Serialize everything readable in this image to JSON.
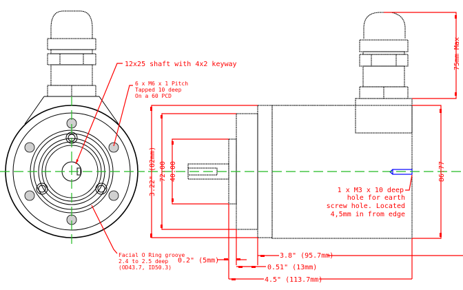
{
  "drawing": {
    "title": "Encoder dimensional drawing",
    "colors": {
      "outline": "#000000",
      "dimension": "#ff0000",
      "centerline": "#22bb22",
      "hidden_hole": "#0000ff",
      "bolt_hole_fill": "#d0d0d0"
    },
    "front_view": {
      "notes": {
        "shaft": "12x25 shaft with 4x2 keyway",
        "tapped_holes": [
          "6 x M6 x 1 Pitch",
          "Tapped 10 deep",
          "On a 60 PCD"
        ],
        "oring": [
          "Facial O Ring groove",
          "2.4 to 2.5 deep",
          "(OD43.7, ID50.3)"
        ]
      }
    },
    "side_view": {
      "dimensions": {
        "cable_gland_height": "75mm Max",
        "overall_height": "86.77",
        "flange_dia": "3.22\" (82mm)",
        "spigot_dia": "72.00",
        "shaft_boss_dia": "40.00",
        "body_length": "3.8\" (95.7mm)",
        "flange_thickness": "0.2\" (5mm)",
        "spigot_length": "0.51\" (13mm)",
        "overall_length": "4.5\" (113.7mm)"
      },
      "notes": {
        "earth_hole": [
          "1 x M3 x 10 deep",
          "hole for earth",
          "screw hole.  Located",
          "4,5mm in from edge"
        ]
      }
    }
  }
}
